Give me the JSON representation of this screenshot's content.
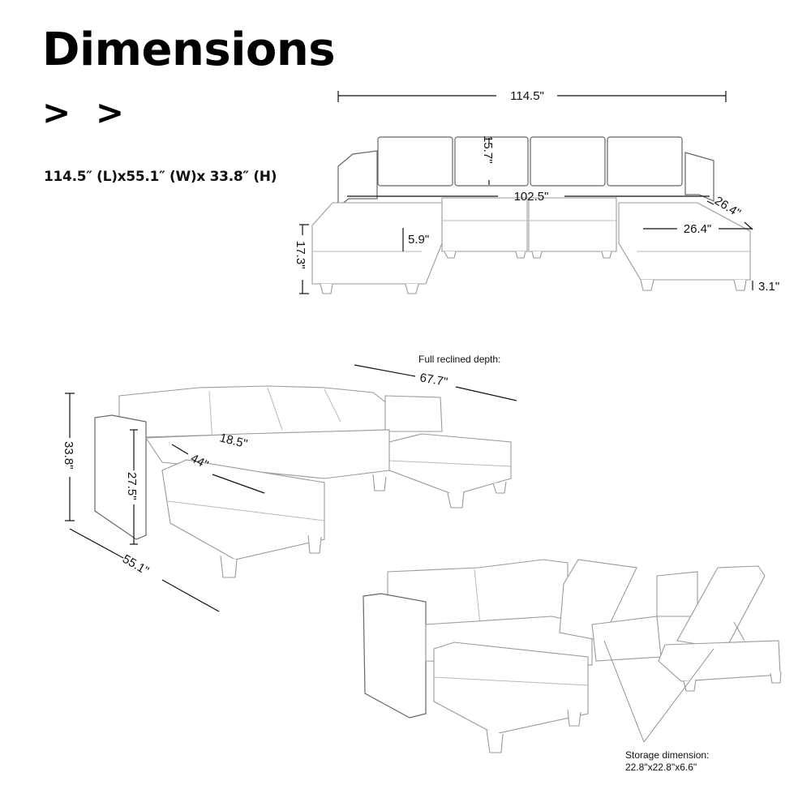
{
  "header": {
    "title": "Dimensions",
    "chevrons": "> >",
    "summary": "114.5″ (L)x55.1″ (W)x 33.8″ (H)"
  },
  "front_view": {
    "overall_length": "114.5\"",
    "seat_width": "102.5\"",
    "back_cushion_height": "15.7\"",
    "chaise_depth": "26.4\"",
    "chaise_width": "26.4\"",
    "cushion_thickness": "5.9\"",
    "seat_height": "17.3\"",
    "leg_height": "3.1\""
  },
  "perspective_view": {
    "reclined_label": "Full reclined depth:",
    "reclined_depth": "67.7\"",
    "overall_height": "33.8\"",
    "arm_height": "27.5\"",
    "seat_depth_chaise": "44\"",
    "seat_depth": "18.5\"",
    "overall_width": "55.1\""
  },
  "storage_view": {
    "label": "Storage dimension:",
    "value": "22.8\"x22.8\"x6.6\""
  },
  "colors": {
    "text": "#111111",
    "line": "#9a9a9a",
    "background": "#ffffff"
  }
}
